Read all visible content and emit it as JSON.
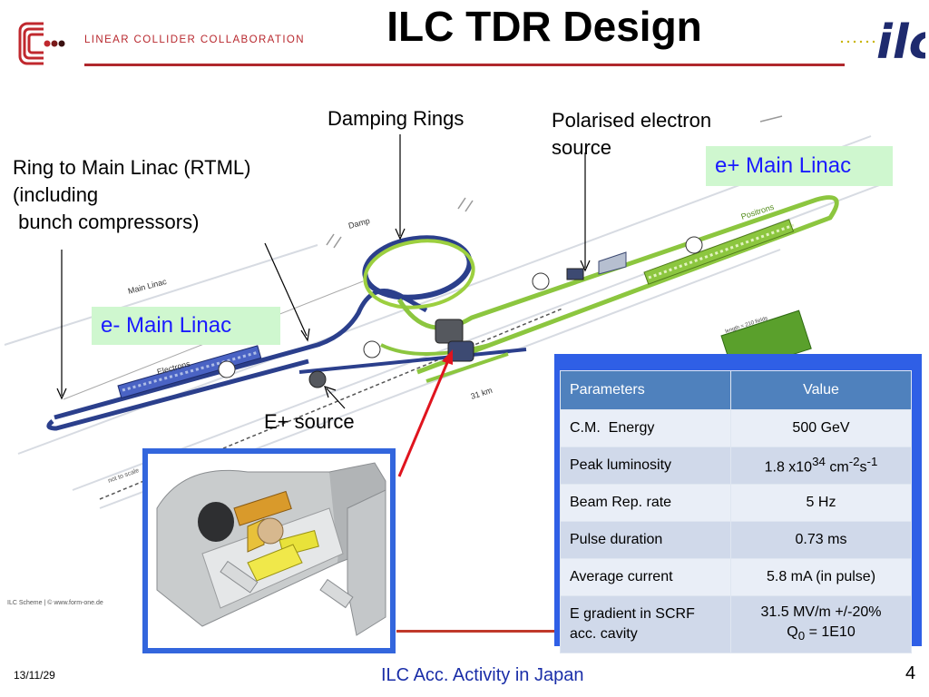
{
  "header": {
    "title": "ILC TDR Design",
    "collaboration": "LINEAR COLLIDER COLLABORATION",
    "ilc_logo_text": "ilc"
  },
  "callouts": {
    "damping_rings": "Damping Rings",
    "polarised_source_line1": "Polarised electron",
    "polarised_source_line2": "source",
    "rtml_line1": "Ring to Main Linac (RTML)",
    "rtml_line2": "(including",
    "rtml_line3": " bunch compressors)",
    "e_plus_source": "E+ source",
    "e_plus_main_linac": "e+ Main Linac",
    "e_minus_main_linac": "e- Main Linac"
  },
  "scheme_labels": {
    "main_linac": "Main Linac",
    "damping": "Damp",
    "electrons": "Electrons",
    "positrons": "Positrons",
    "distance": "31 km",
    "scale_note": "not to scale",
    "credit": "ILC Scheme | © www.form-one.de",
    "length_note": "length = 210 fields"
  },
  "table": {
    "headers": [
      "Parameters",
      "Value"
    ],
    "rows": [
      {
        "param": "C.M.  Energy",
        "value": "500 GeV"
      },
      {
        "param": "Peak luminosity",
        "value_pre": "1.8 x10",
        "value_sup1": "34",
        "value_mid": " cm",
        "value_sup2": "-2",
        "value_mid2": "s",
        "value_sup3": "-1"
      },
      {
        "param": "Beam Rep. rate",
        "value": "5 Hz"
      },
      {
        "param": "Pulse duration",
        "value": "0.73 ms"
      },
      {
        "param": "Average current",
        "value": "5.8 mA (in pulse)"
      },
      {
        "param_line1": "E gradient in SCRF",
        "param_line2": "acc. cavity",
        "value_line1": "31.5 MV/m +/-20%",
        "value_q": "Q",
        "value_sub": "0",
        "value_rest": " = 1E10"
      }
    ]
  },
  "footer": {
    "date": "13/11/29",
    "center": "ILC Acc. Activity in Japan",
    "page": "4"
  },
  "colors": {
    "title_rule": "#b0282c",
    "table_header": "#4f81bd",
    "table_frame": "#2f5fe6",
    "green_box": "#cff7cf",
    "green_box_text": "#1a1aff",
    "beamline_blue": "#2b3f8c",
    "beamline_green": "#8cc63f"
  }
}
